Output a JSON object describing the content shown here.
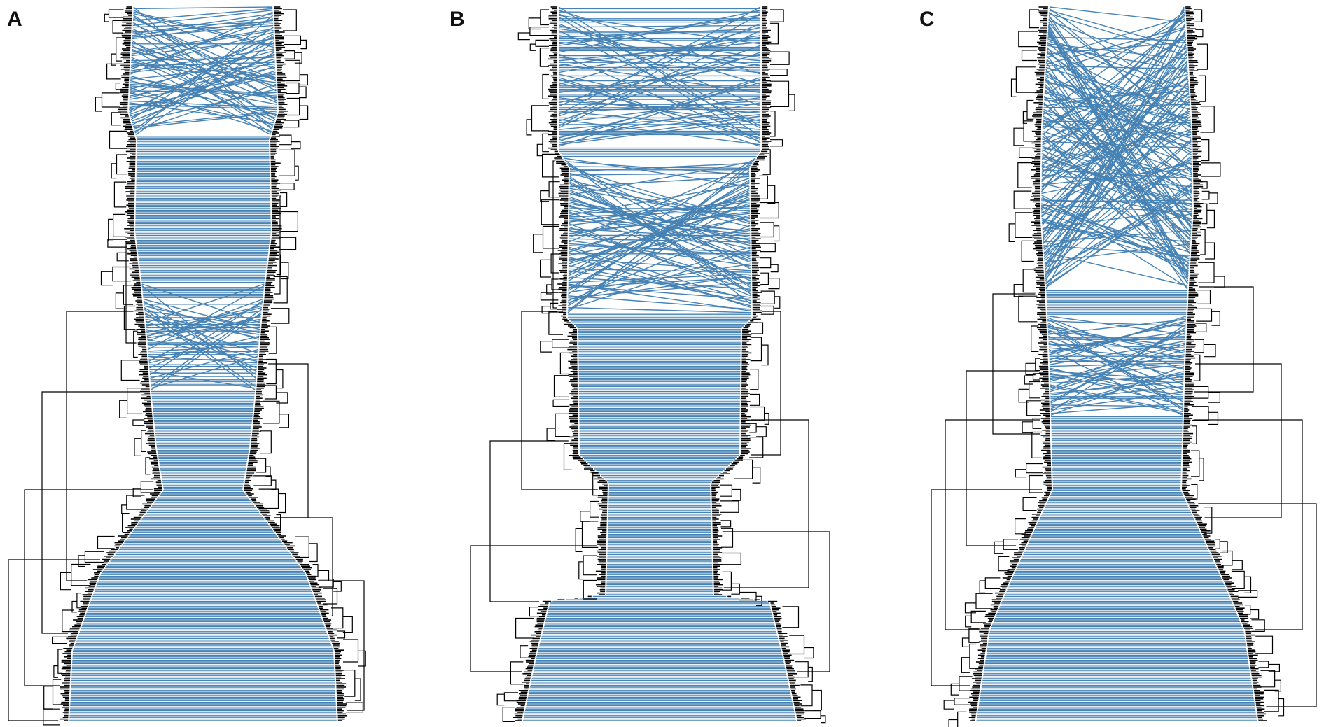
{
  "figure": {
    "panels": [
      {
        "label": "A",
        "crossing": "mild"
      },
      {
        "label": "B",
        "crossing": "moderate"
      },
      {
        "label": "C",
        "crossing": "strong"
      }
    ]
  },
  "style": {
    "link_color": "#4682b4",
    "tree_color": "#000000",
    "background": "#ffffff"
  }
}
